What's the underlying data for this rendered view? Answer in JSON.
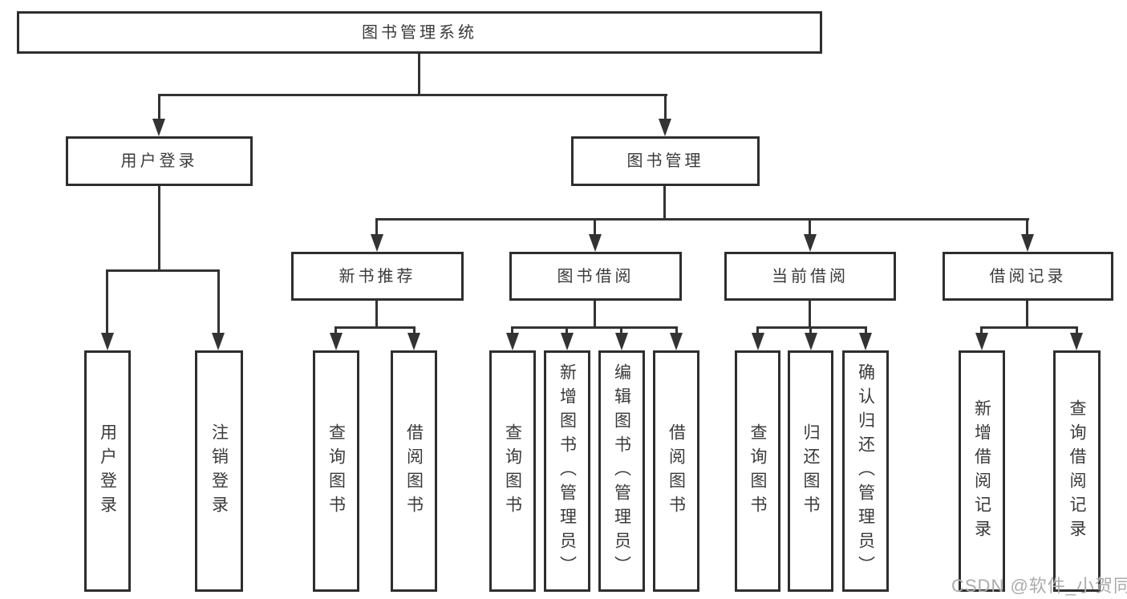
{
  "diagram_title": "图书管理系统",
  "nodes": {
    "root": {
      "label": "图书管理系统"
    },
    "user_login": {
      "label": "用户登录"
    },
    "book_mgmt": {
      "label": "图书管理"
    },
    "new_rec": {
      "label": "新书推荐"
    },
    "book_borrow": {
      "label": "图书借阅"
    },
    "cur_borrow": {
      "label": "当前借阅"
    },
    "borrow_rec": {
      "label": "借阅记录"
    },
    "login": {
      "label": "用户登录"
    },
    "logout": {
      "label": "注销登录"
    },
    "rec_query": {
      "label": "查询图书"
    },
    "rec_borrow": {
      "label": "借阅图书"
    },
    "bb_query": {
      "label": "查询图书"
    },
    "bb_add": {
      "label": "新增图书（管理员）"
    },
    "bb_edit": {
      "label": "编辑图书（管理员）"
    },
    "bb_borrow": {
      "label": "借阅图书"
    },
    "cb_query": {
      "label": "查询图书"
    },
    "cb_return": {
      "label": "归还图书"
    },
    "cb_confirm": {
      "label": "确认归还（管理员）"
    },
    "br_add": {
      "label": "新增借阅记录"
    },
    "br_query": {
      "label": "查询借阅记录"
    }
  },
  "hierarchy": {
    "root": [
      "user_login",
      "book_mgmt"
    ],
    "user_login": [
      "login",
      "logout"
    ],
    "book_mgmt": [
      "new_rec",
      "book_borrow",
      "cur_borrow",
      "borrow_rec"
    ],
    "new_rec": [
      "rec_query",
      "rec_borrow"
    ],
    "book_borrow": [
      "bb_query",
      "bb_add",
      "bb_edit",
      "bb_borrow"
    ],
    "cur_borrow": [
      "cb_query",
      "cb_return",
      "cb_confirm"
    ],
    "borrow_rec": [
      "br_add",
      "br_query"
    ]
  },
  "watermark": {
    "text": "CSDN @软件_小贺同学"
  },
  "colors": {
    "background": "#ffffff",
    "box_border": "#2e2e2e",
    "line": "#333333",
    "text": "#3a3a3a",
    "watermark": "#ababab"
  }
}
